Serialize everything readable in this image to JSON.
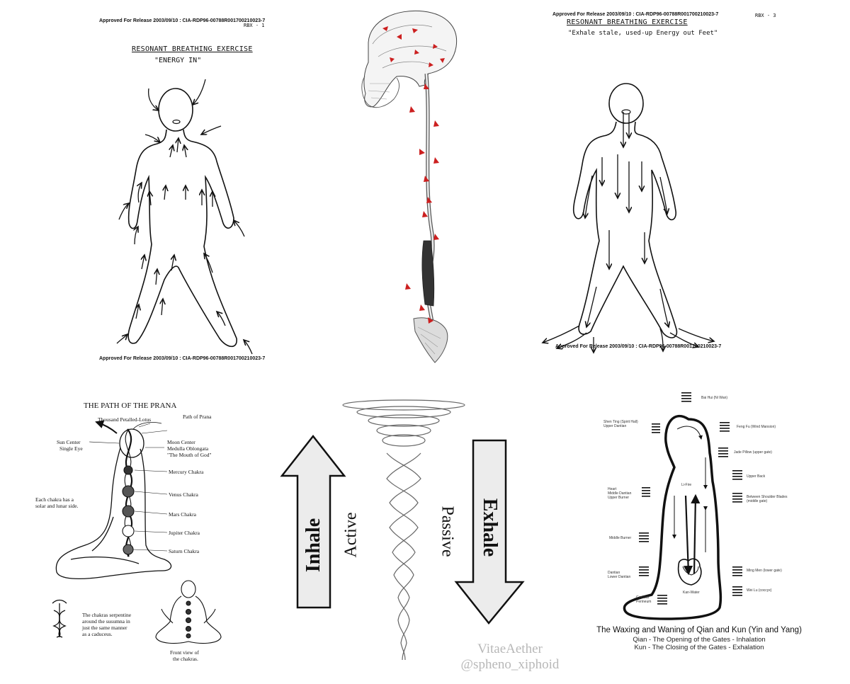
{
  "panel_cia_inhale": {
    "header_top": "Approved For Release 2003/09/10 : CIA-RDP96-00788R001700210023-7",
    "page_code": "RBX - 1",
    "title": "RESONANT BREATHING EXERCISE",
    "subtitle": "\"ENERGY IN\"",
    "header_bottom": "Approved For Release 2003/09/10 : CIA-RDP96-00788R001700210023-7"
  },
  "panel_cia_exhale": {
    "header_top": "Approved For Release 2003/09/10 : CIA-RDP96-00788R001700210023-7",
    "page_code": "RBX - 3",
    "title": "RESONANT BREATHING EXERCISE",
    "subtitle": "\"Exhale stale, used-up Energy out Feet\"",
    "header_bottom": "Approved For Release 2003/09/10 : CIA-RDP96-00788R001700210023-7"
  },
  "panel_prana": {
    "title": "THE PATH OF THE PRANA",
    "labels": {
      "thousand_petalled_lotus": "Thousand Petalled-Lotus",
      "path_of_prana": "Path of Prana",
      "sun_center": "Sun Center",
      "single_eye": "Single Eye",
      "moon_center": "Moon Center",
      "medulla": "Medulla Oblongata",
      "mouth_of_god": "\"The Mouth of God\"",
      "mercury": "Mercury Chakra",
      "venus": "Venus Chakra",
      "mars": "Mars Chakra",
      "jupiter": "Jupiter Chakra",
      "saturn": "Saturn Chakra",
      "solar_lunar_1": "Each chakra has a",
      "solar_lunar_2": "solar and lunar side.",
      "serpentine_1": "The chakras serpentine",
      "serpentine_2": "around the susumna in",
      "serpentine_3": "just the same manner",
      "serpentine_4": "as a caduceus.",
      "front_view_1": "Front view of",
      "front_view_2": "the chakras."
    }
  },
  "panel_breath": {
    "inhale": "Inhale",
    "active": "Active",
    "exhale": "Exhale",
    "passive": "Passive",
    "credit_1": "VitaeAether",
    "credit_2": "@spheno_xiphoid"
  },
  "panel_qiankun": {
    "caption_title": "The Waxing and Waning of Qian and Kun (Yin and Yang)",
    "caption_line_1": "Qian - The Opening of the Gates - Inhalation",
    "caption_line_2": "Kun - The Closing of the Gates - Exhalation",
    "labels": {
      "bai_hui": "Bai Hui (Ni Wan)",
      "shen_ting_1": "Shen Ting (Spirit Hall)",
      "shen_ting_2": "Upper Dantian",
      "feng_fu": "Feng Fu (Wind Mansion)",
      "jade_pillow": "Jade Pillow (upper gate)",
      "upper_back": "Upper Back",
      "heart_1": "Heart",
      "heart_2": "Middle Dantian",
      "heart_3": "Upper Burner",
      "li_fire": "Li-Fire",
      "between_shoulders_1": "Between Shoulder Blades",
      "between_shoulders_2": "(middle gate)",
      "middle_burner": "Middle Burner",
      "dantian_1": "Dantian",
      "dantian_2": "Lower Dantian",
      "ming_men": "Ming Men (lower gate)",
      "wei_lu": "Wei Lu (coccyx)",
      "kan_water": "Kan-Water",
      "genitals_1": "Genitals",
      "genitals_2": "Perineum"
    }
  },
  "colors": {
    "ink": "#111111",
    "spine_red": "#cc1f1f",
    "arrow_fill": "#ececec"
  }
}
